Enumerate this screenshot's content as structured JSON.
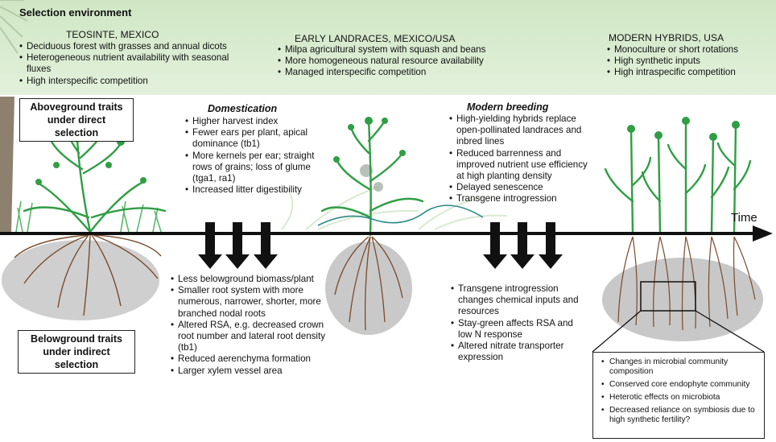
{
  "header": {
    "title": "Selection environment"
  },
  "environments": [
    {
      "name": "TEOSINTE, MEXICO",
      "items": [
        "Deciduous forest with grasses and annual dicots",
        "Heterogeneous nutrient availability with seasonal fluxes",
        "High interspecific competition"
      ]
    },
    {
      "name": "EARLY LANDRACES, MEXICO/USA",
      "items": [
        "Milpa agricultural system with squash and beans",
        "More homogeneous natural resource availability",
        "Managed interspecific competition"
      ]
    },
    {
      "name": "MODERN HYBRIDS, USA",
      "items": [
        "Monoculture or short rotations",
        "High synthetic inputs",
        "High intraspecific competition"
      ]
    }
  ],
  "labels": {
    "aboveground": "Aboveground traits under direct selection",
    "belowground": "Belowground traits under indirect selection",
    "time": "Time"
  },
  "domestication": {
    "title": "Domestication",
    "above": [
      "Higher harvest index",
      "Fewer ears per plant, apical dominance (tb1)",
      "More kernels per ear; straight rows of grains; loss of glume (tga1, ra1)",
      "Increased litter digestibility"
    ],
    "below": [
      "Less belowground biomass/plant",
      "Smaller root system with more numerous, narrower, shorter, more branched nodal roots",
      "Altered RSA, e.g. decreased crown root number and lateral root density (tb1)",
      "Reduced aerenchyma formation",
      "Larger xylem vessel area"
    ]
  },
  "breeding": {
    "title": "Modern breeding",
    "above": [
      "High-yielding hybrids replace open-pollinated landraces and inbred lines",
      "Reduced barrenness and improved nutrient use efficiency at high planting density",
      "Delayed senescence",
      "Transgene introgression"
    ],
    "below": [
      "Transgene introgression changes chemical inputs and resources",
      "Stay-green affects RSA and low N response",
      "Altered nitrate transporter expression"
    ]
  },
  "microbial": {
    "items": [
      "Changes in microbial community composition",
      "Conserved core endophyte community",
      "Heterotic effects on microbiota",
      "Decreased reliance on symbiosis due to high synthetic fertility?"
    ]
  },
  "colors": {
    "band": "#d9ecd0",
    "plant": "#2f9e44",
    "root": "#7a4a2b",
    "soil": "#c9c9c9",
    "arrow": "#111111"
  }
}
